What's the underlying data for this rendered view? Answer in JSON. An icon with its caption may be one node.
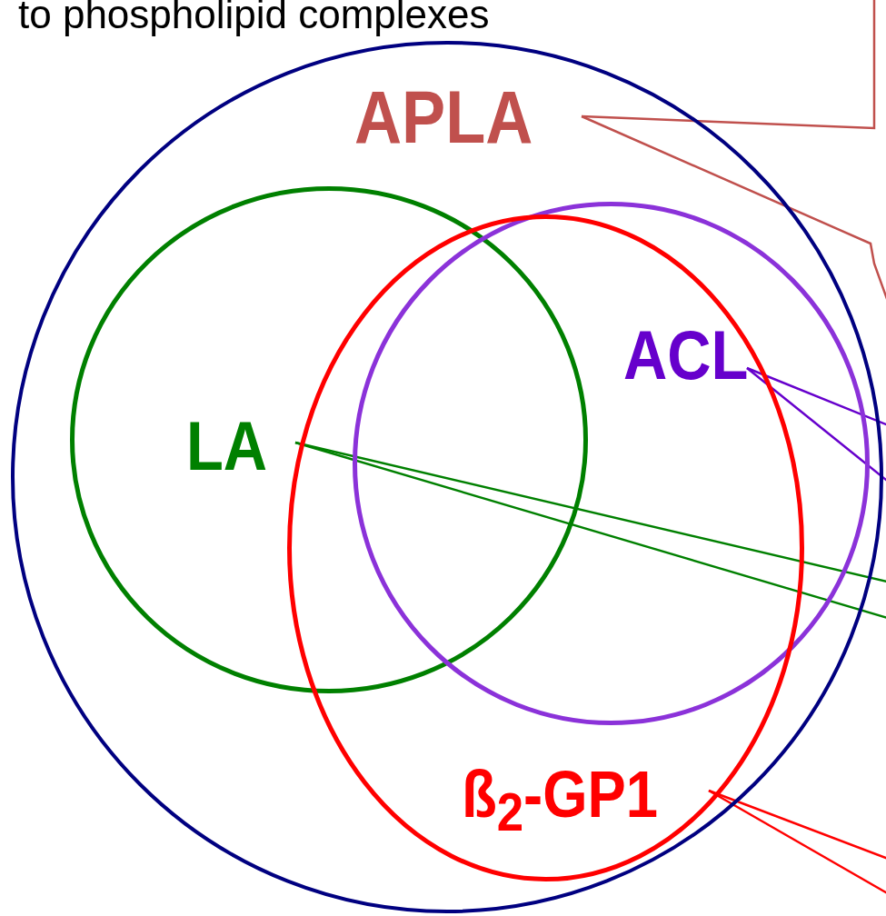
{
  "diagram": {
    "nodes": [
      {
        "text": [
          "APLA"
        ]
      },
      {
        "text": [
          "LA"
        ],
        "in": 0
      },
      {
        "text": [
          "ACL"
        ],
        "in": 0
      },
      {
        "text": [
          "ß$_{2}$-GP1"
        ],
        "in": 0
      }
    ],
    "edges": [
      {
        "from": 0,
        "to": null,
        "arrow": "none",
        "color": "#c0504d"
      },
      {
        "from": 0,
        "to": null,
        "arrow": "none",
        "color": "#c0504d"
      },
      {
        "from": 1,
        "to": null,
        "arrow": "none",
        "color": "#008000"
      },
      {
        "from": 1,
        "to": null,
        "arrow": "none",
        "color": "#008000"
      },
      {
        "from": 2,
        "to": null,
        "arrow": "none",
        "color": "#6600cc"
      },
      {
        "from": 2,
        "to": null,
        "arrow": "none",
        "color": "#6600cc"
      },
      {
        "from": 3,
        "to": null,
        "arrow": "none",
        "color": "#ff0000"
      },
      {
        "from": 3,
        "to": null,
        "arrow": "none",
        "color": "#ff0000"
      }
    ],
    "labels": [
      "to phospholipid complexes"
    ]
  }
}
